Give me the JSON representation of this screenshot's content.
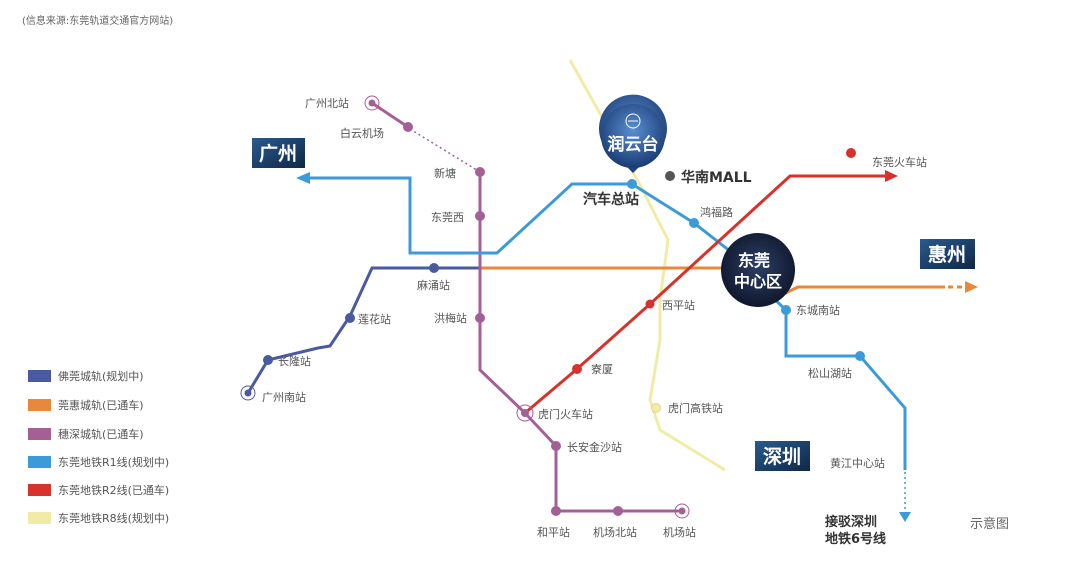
{
  "source_note": "(信息来源:东莞轨道交通官方网站)",
  "diagram_note": "示意图",
  "colors": {
    "foguan": "#4a5aa0",
    "guanhui": "#e8883a",
    "suishen": "#a55f97",
    "r1": "#3d9ad8",
    "r2": "#d9312b",
    "r8": "#f2eba8",
    "city_box": "#183a62",
    "center": "#16213a"
  },
  "cities": {
    "guangzhou": "广州",
    "huizhou": "惠州",
    "shenzhen": "深圳"
  },
  "logo": {
    "text": "润云台",
    "icon": "logo-emblem-icon"
  },
  "center_hub": {
    "line1": "东莞",
    "line2": "中心区"
  },
  "mall": "华南MALL",
  "connect_note": {
    "line1": "接驳深圳",
    "line2": "地铁6号线"
  },
  "stations": {
    "guangzhou_north": "广州北站",
    "baiyun_airport": "白云机场",
    "xintang": "新塘",
    "dongguan_west": "东莞西",
    "mayong": "麻涌站",
    "hongmei": "洪梅站",
    "lianhua": "莲花站",
    "changlong": "长隆站",
    "guangzhou_south": "广州南站",
    "bus_terminal": "汽车总站",
    "hongfu_road": "鸿福路",
    "dongcheng_south": "东城南站",
    "songshan_lake": "松山湖站",
    "huanggang_center": "黄江中心站",
    "dongguan_railway": "东莞火车站",
    "xiping": "西平站",
    "liaoxia": "寮厦",
    "humen_railway": "虎门火车站",
    "changan_jinsha": "长安金沙站",
    "heping": "和平站",
    "airport_north": "机场北站",
    "airport": "机场站",
    "humen_hsr": "虎门高铁站"
  },
  "legend": [
    {
      "label": "佛莞城轨(规划中)",
      "color": "#4a5aa0"
    },
    {
      "label": "莞惠城轨(已通车)",
      "color": "#e8883a"
    },
    {
      "label": "穗深城轨(已通车)",
      "color": "#a55f97"
    },
    {
      "label": "东莞地铁R1线(规划中)",
      "color": "#3d9ad8"
    },
    {
      "label": "东莞地铁R2线(已通车)",
      "color": "#d9312b"
    },
    {
      "label": "东莞地铁R8线(规划中)",
      "color": "#f2eba8"
    }
  ]
}
